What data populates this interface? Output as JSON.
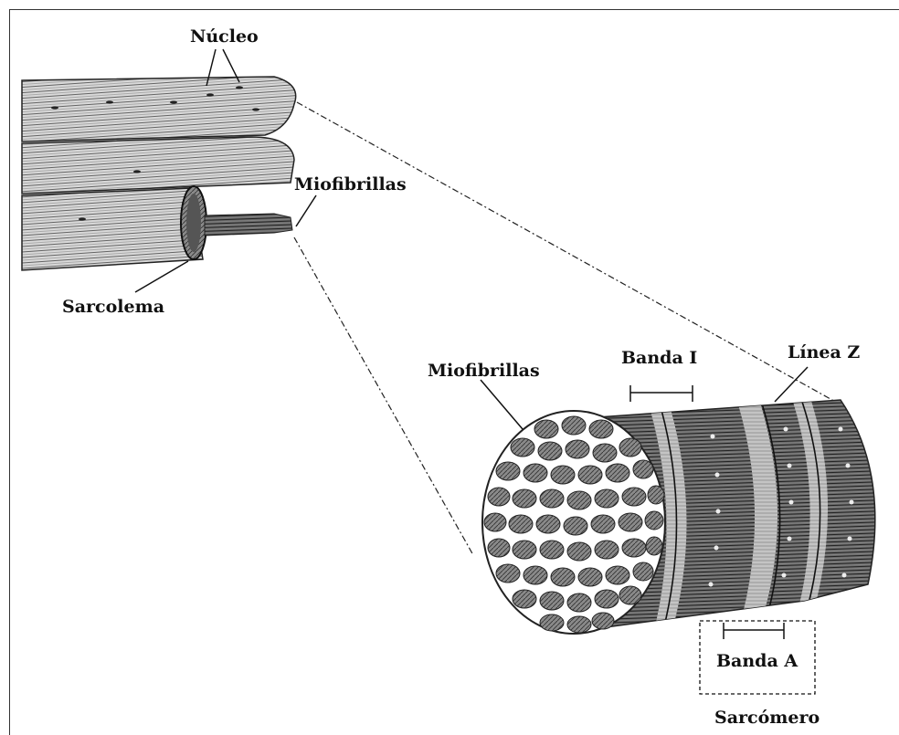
{
  "labels": {
    "nucleo": "Núcleo",
    "miofibrillas_top": "Miofibrillas",
    "sarcolema": "Sarcolema",
    "miofibrillas_bottom": "Miofibrillas",
    "banda_i": "Banda I",
    "linea_z": "Línea Z",
    "banda_a": "Banda A",
    "sarcomero": "Sarcómero"
  },
  "colors": {
    "ink": "#111111",
    "fiber_dark": "#3a3a3a",
    "fiber_mid": "#8a8a8a",
    "fiber_light": "#cfcfcf",
    "background": "#ffffff"
  }
}
